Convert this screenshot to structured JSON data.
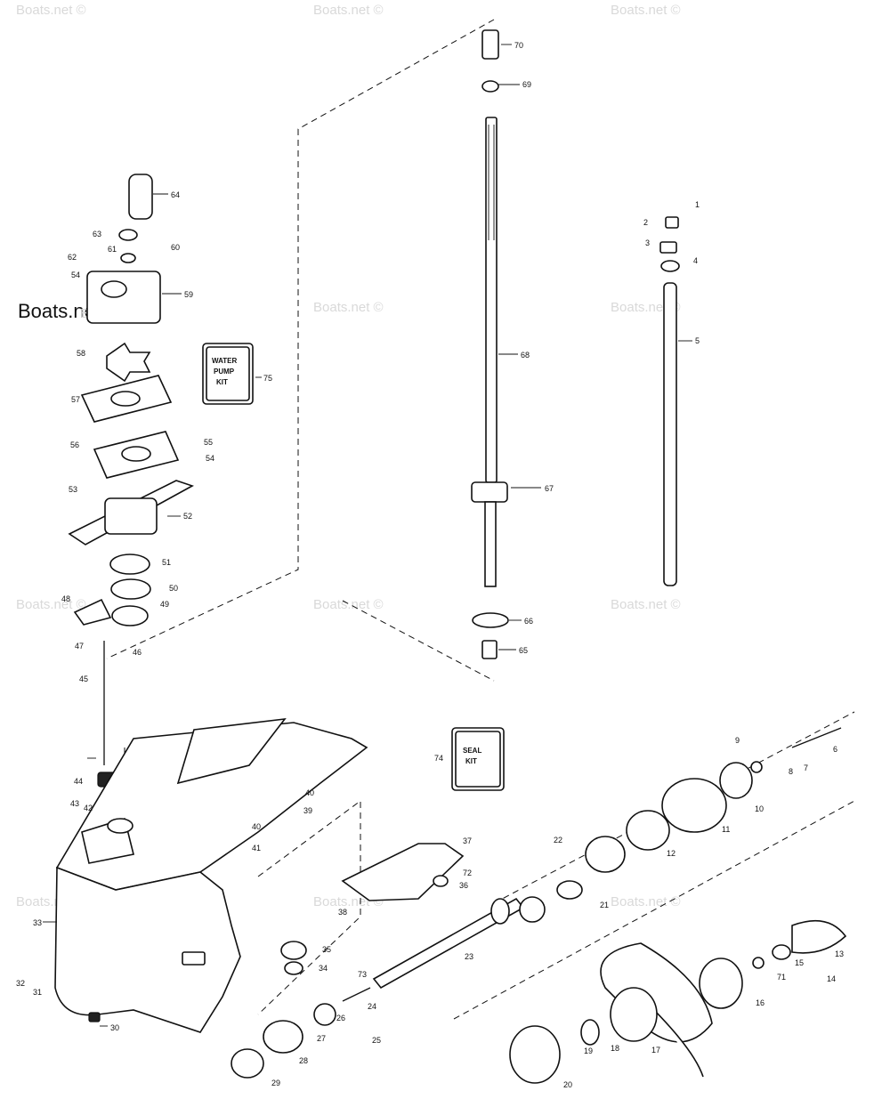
{
  "watermarks": {
    "brand": "Boats.net",
    "corner": "Boats.net ©",
    "faint": "Boats.net ©"
  },
  "kits": {
    "water_pump_kit": {
      "number": "75",
      "line1": "WATER",
      "line2": "PUMP",
      "line3": "KIT"
    },
    "seal_kit": {
      "number": "74",
      "line1": "SEAL",
      "line2": "KIT"
    }
  },
  "part_numbers": [
    "1",
    "2",
    "3",
    "4",
    "5",
    "6",
    "7",
    "8",
    "9",
    "10",
    "11",
    "12",
    "13",
    "14",
    "15",
    "16",
    "17",
    "18",
    "19",
    "20",
    "21",
    "22",
    "23",
    "24",
    "25",
    "26",
    "27",
    "28",
    "29",
    "30",
    "31",
    "32",
    "33",
    "34",
    "35",
    "36",
    "37",
    "38",
    "39",
    "40",
    "41",
    "42",
    "43",
    "44",
    "45",
    "46",
    "47",
    "48",
    "49",
    "50",
    "51",
    "52",
    "53",
    "54",
    "55",
    "56",
    "57",
    "58",
    "59",
    "60",
    "61",
    "62",
    "63",
    "64",
    "65",
    "66",
    "67",
    "68",
    "69",
    "70",
    "71",
    "72",
    "73",
    "54",
    "40"
  ],
  "colors": {
    "ink": "#111111",
    "paper": "#ffffff",
    "watermark": "#d9d9d9"
  }
}
